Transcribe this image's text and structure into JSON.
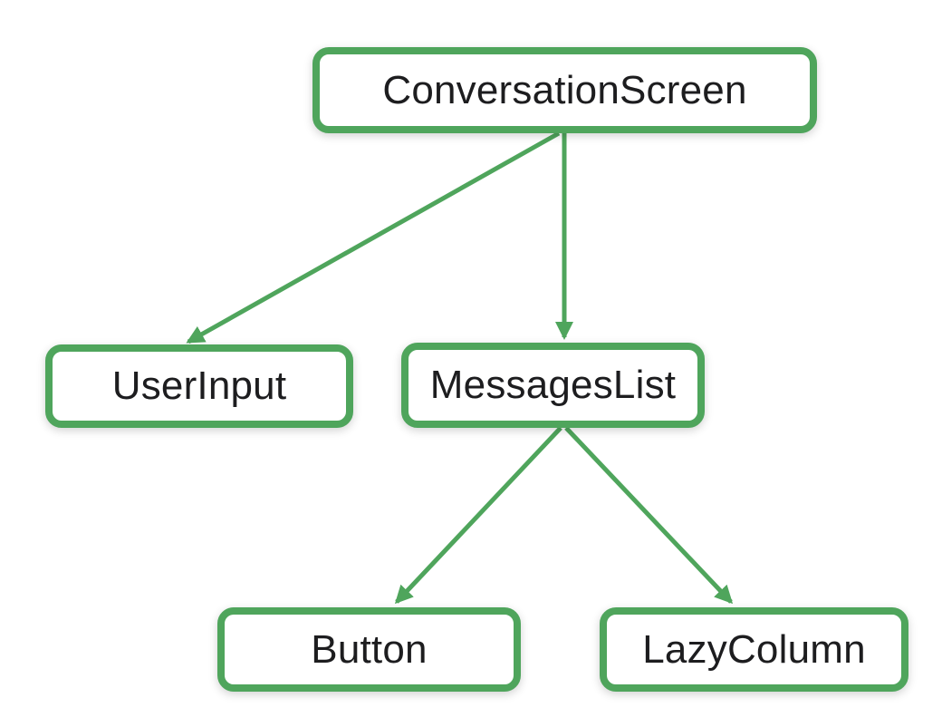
{
  "diagram": {
    "type": "tree",
    "nodes": {
      "conversation_screen": {
        "label": "ConversationScreen"
      },
      "user_input": {
        "label": "UserInput"
      },
      "messages_list": {
        "label": "MessagesList"
      },
      "button": {
        "label": "Button"
      },
      "lazy_column": {
        "label": "LazyColumn"
      }
    },
    "edges": [
      {
        "from": "ConversationScreen",
        "to": "UserInput"
      },
      {
        "from": "ConversationScreen",
        "to": "MessagesList"
      },
      {
        "from": "MessagesList",
        "to": "Button"
      },
      {
        "from": "MessagesList",
        "to": "LazyColumn"
      }
    ],
    "colors": {
      "accent_green": "#4FA55C",
      "text": "#1D1D1F",
      "background": "#FFFFFF"
    }
  }
}
